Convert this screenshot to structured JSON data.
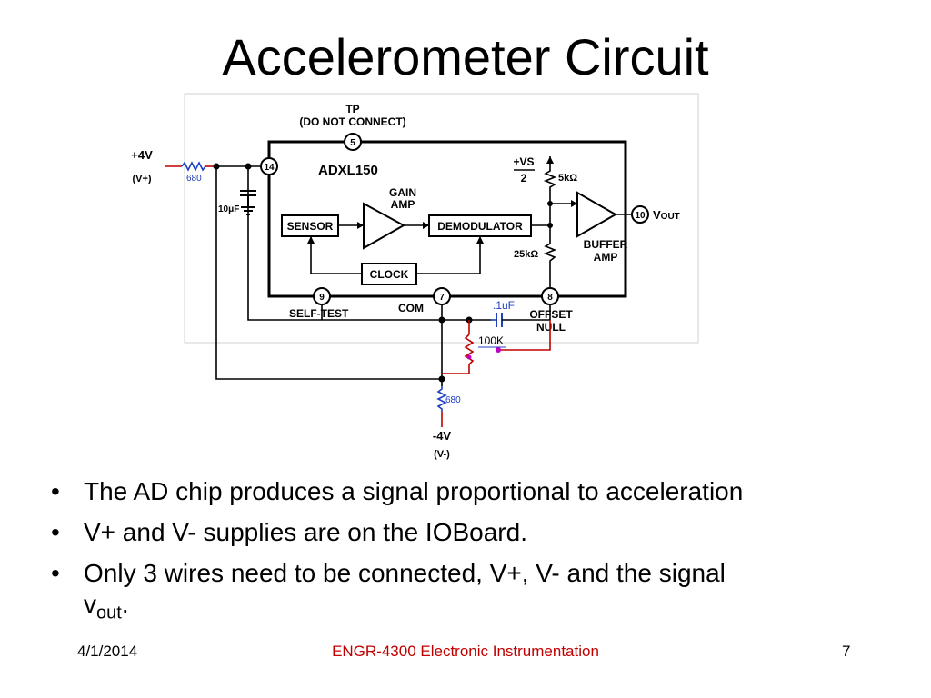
{
  "slide": {
    "title": "Accelerometer Circuit"
  },
  "circuit": {
    "supply_pos": "+4V",
    "supply_pos_sub": "(V+)",
    "supply_neg": "-4V",
    "supply_neg_sub": "(V-)",
    "r_top": "680",
    "r_bottom": "680",
    "cap_10uf": "10μF",
    "cap_01uf": ".1uF",
    "pot": "100K",
    "chip": {
      "name": "ADXL150",
      "tp_label": "TP",
      "tp_note": "(DO NOT CONNECT)",
      "sensor": "SENSOR",
      "gain_amp_1": "GAIN",
      "gain_amp_2": "AMP",
      "demodulator": "DEMODULATOR",
      "clock": "CLOCK",
      "buffer_amp_1": "BUFFER",
      "buffer_amp_2": "AMP",
      "vs_num": "+VS",
      "vs_den": "2",
      "r_5k": "5kΩ",
      "r_25k": "25kΩ",
      "vout": "VOUT",
      "self_test": "SELF-TEST",
      "com": "COM",
      "offset_1": "OFFSET",
      "offset_2": "NULL",
      "pins": [
        "5",
        "14",
        "10",
        "9",
        "7",
        "8"
      ]
    }
  },
  "bullets": [
    "The AD chip produces a signal proportional to acceleration",
    "V+ and V- supplies are on the IOBoard.",
    "Only 3 wires need to be connected, V+, V- and the signal"
  ],
  "bullet3_tail": {
    "v": "v",
    "sub": "out",
    "end": "."
  },
  "bullet_glyph": "•",
  "footer": {
    "date": "4/1/2014",
    "course": "ENGR-4300  Electronic Instrumentation",
    "page": "7"
  },
  "colors": {
    "added_wiring": "#c00000",
    "added_parts": "#1f3fbf",
    "pot_node": "#c000c0"
  }
}
